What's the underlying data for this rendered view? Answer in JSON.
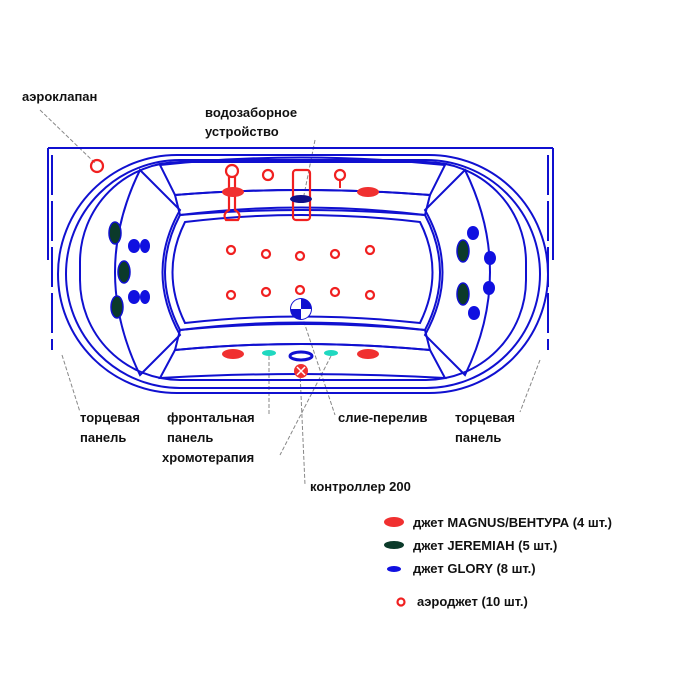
{
  "labels": {
    "air_valve": "аэроклапан",
    "intake_line1": "водозаборное",
    "intake_line2": "устройство",
    "end_panel_left_1": "торцевая",
    "end_panel_left_2": "панель",
    "front_panel_1": "фронтальная",
    "front_panel_2": "панель",
    "chromotherapy": "хромотерапия",
    "overflow": "слие-перелив",
    "end_panel_right_1": "торцевая",
    "end_panel_right_2": "панель",
    "controller": "контроллер 200"
  },
  "legend": [
    {
      "label": "джет MAGNUS/ВЕНТУРА (4 шт.)",
      "color": "#f03030",
      "symbol": "ellipse"
    },
    {
      "label": "джет JEREMIAH (5 шт.)",
      "color": "#0b3a2a",
      "symbol": "ellipse"
    },
    {
      "label": "джет GLORY (8 шт.)",
      "color": "#1010e0",
      "symbol": "small-ellipse"
    },
    {
      "label": "аэроджет (10 шт.)",
      "color": "#f02020",
      "symbol": "ring"
    }
  ],
  "colors": {
    "outline": "#1010d0",
    "red": "#f03030",
    "dark": "#0b3a2a",
    "cyan": "#20d8c0"
  }
}
